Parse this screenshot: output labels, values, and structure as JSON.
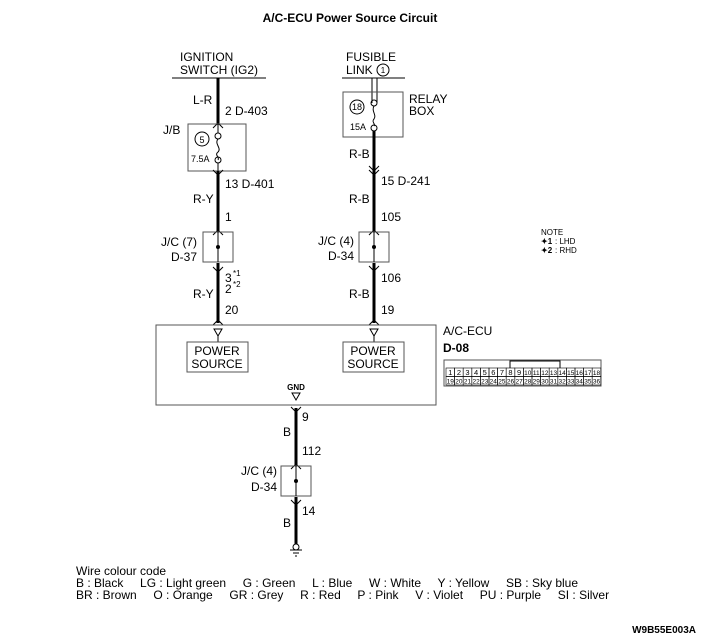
{
  "title": "A/C-ECU Power Source Circuit",
  "sources": {
    "ignition": {
      "line1": "IGNITION",
      "line2": "SWITCH (IG2)"
    },
    "fusible": {
      "line1": "FUSIBLE",
      "line2": "LINK",
      "number": "1"
    }
  },
  "left_branch": {
    "wire1_color": "L-R",
    "conn1": "2  D-403",
    "jb_label": "J/B",
    "fuse_number": "5",
    "fuse_rating": "7.5A",
    "conn2": "13  D-401",
    "wire2_color": "R-Y",
    "jc_in_pin": "1",
    "jc_label": "J/C (7)",
    "jc_connector": "D-37",
    "jc_out_pin_lhd": "3",
    "jc_out_pin_lhd_note": "*1",
    "jc_out_pin_rhd": "2",
    "jc_out_pin_rhd_note": "*2",
    "wire3_color": "R-Y",
    "ecu_pin": "20"
  },
  "right_branch": {
    "relay_label1": "RELAY",
    "relay_label2": "BOX",
    "fuse_number": "18",
    "fuse_rating": "15A",
    "wire1_color": "R-B",
    "conn1": "15  D-241",
    "wire2_color": "R-B",
    "jc_in_pin": "105",
    "jc_label": "J/C (4)",
    "jc_connector": "D-34",
    "jc_out_pin": "106",
    "wire3_color": "R-B",
    "ecu_pin": "19"
  },
  "note": {
    "heading": "NOTE",
    "items": [
      {
        "mark": "✦1",
        "text": ": LHD"
      },
      {
        "mark": "✦2",
        "text": ": RHD"
      }
    ]
  },
  "ecu": {
    "name": "A/C-ECU",
    "connector": "D-08",
    "block_left": {
      "line1": "POWER",
      "line2": "SOURCE"
    },
    "block_right": {
      "line1": "POWER",
      "line2": "SOURCE"
    },
    "gnd_label": "GND",
    "connector_pins_row1": [
      "1",
      "2",
      "3",
      "4",
      "5",
      "6",
      "7",
      "8",
      "9",
      "10",
      "11",
      "12",
      "13",
      "14",
      "15",
      "16",
      "17",
      "18"
    ],
    "connector_pins_row2": [
      "19",
      "20",
      "21",
      "22",
      "23",
      "24",
      "25",
      "26",
      "27",
      "28",
      "29",
      "30",
      "31",
      "32",
      "33",
      "34",
      "35",
      "36"
    ]
  },
  "ground_branch": {
    "ecu_pin": "9",
    "wire1_color": "B",
    "jc_in_pin": "112",
    "jc_label": "J/C (4)",
    "jc_connector": "D-34",
    "jc_out_pin": "14",
    "wire2_color": "B"
  },
  "legend": {
    "heading": "Wire colour code",
    "row1": "B : Black     LG : Light green     G : Green     L : Blue     W : White     Y : Yellow     SB : Sky blue",
    "row2": "BR : Brown     O : Orange     GR : Grey     R : Red     P : Pink     V : Violet     PU : Purple     SI : Silver"
  },
  "figure_code": "W9B55E003A"
}
